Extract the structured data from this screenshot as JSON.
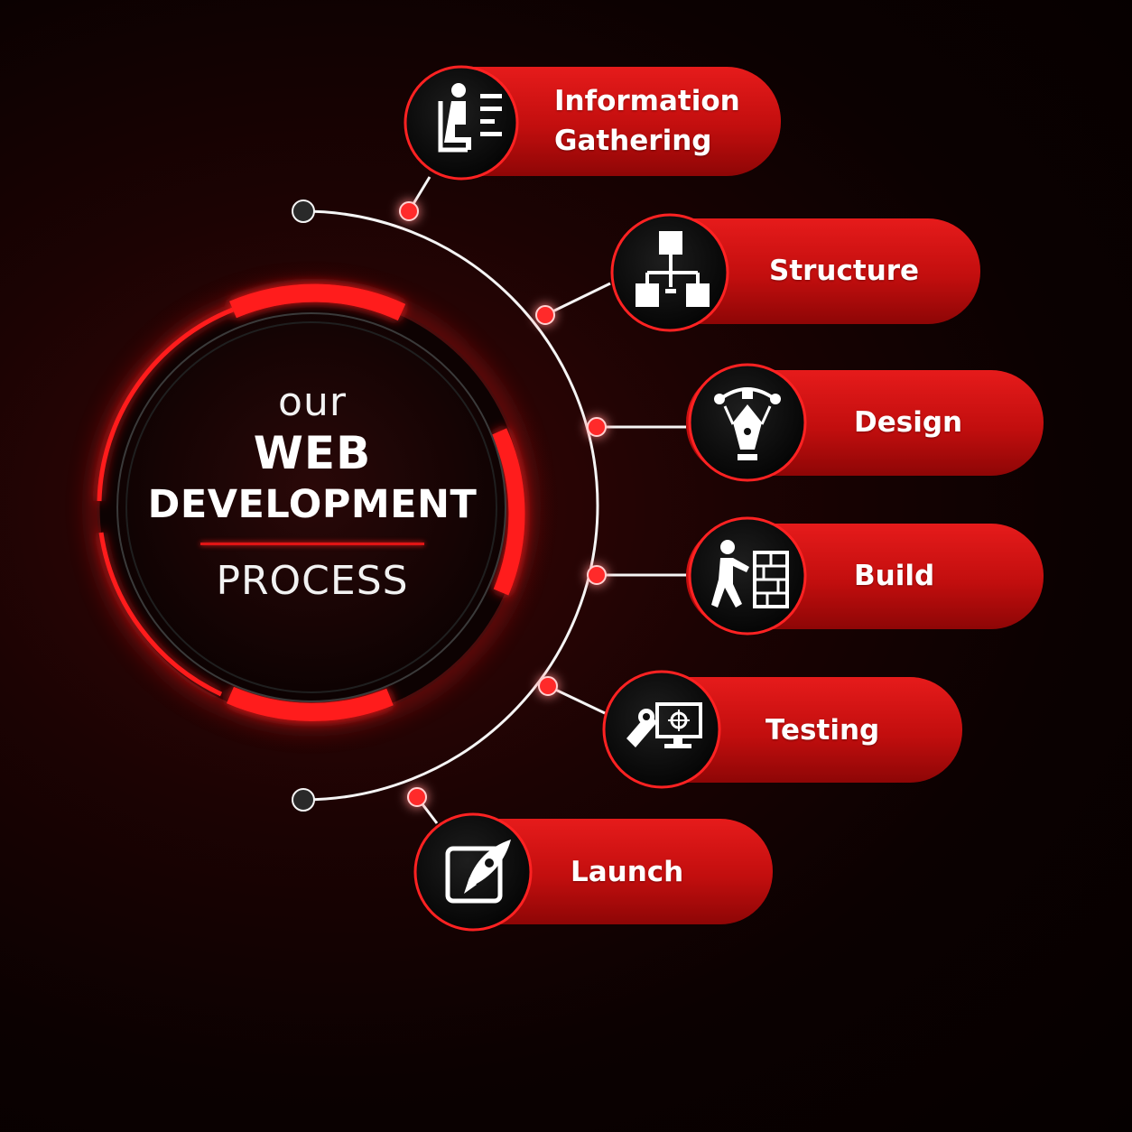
{
  "hub": {
    "line1": "our",
    "line2": "WEB",
    "line3": "DEVELOPMENT",
    "line4": "PROCESS"
  },
  "steps": [
    {
      "label_line1": "Information",
      "label_line2": "Gathering",
      "icon": "person-reading-icon"
    },
    {
      "label_line1": "Structure",
      "label_line2": "",
      "icon": "sitemap-icon"
    },
    {
      "label_line1": "Design",
      "label_line2": "",
      "icon": "pen-tool-icon"
    },
    {
      "label_line1": "Build",
      "label_line2": "",
      "icon": "worker-bricks-icon"
    },
    {
      "label_line1": "Testing",
      "label_line2": "",
      "icon": "bug-monitor-icon"
    },
    {
      "label_line1": "Launch",
      "label_line2": "",
      "icon": "rocket-icon"
    }
  ],
  "colors": {
    "accent": "#d41010",
    "pill_light": "#e01a1a",
    "pill_dark": "#8a0505",
    "circle_fill": "#120303",
    "text": "#ffffff"
  }
}
